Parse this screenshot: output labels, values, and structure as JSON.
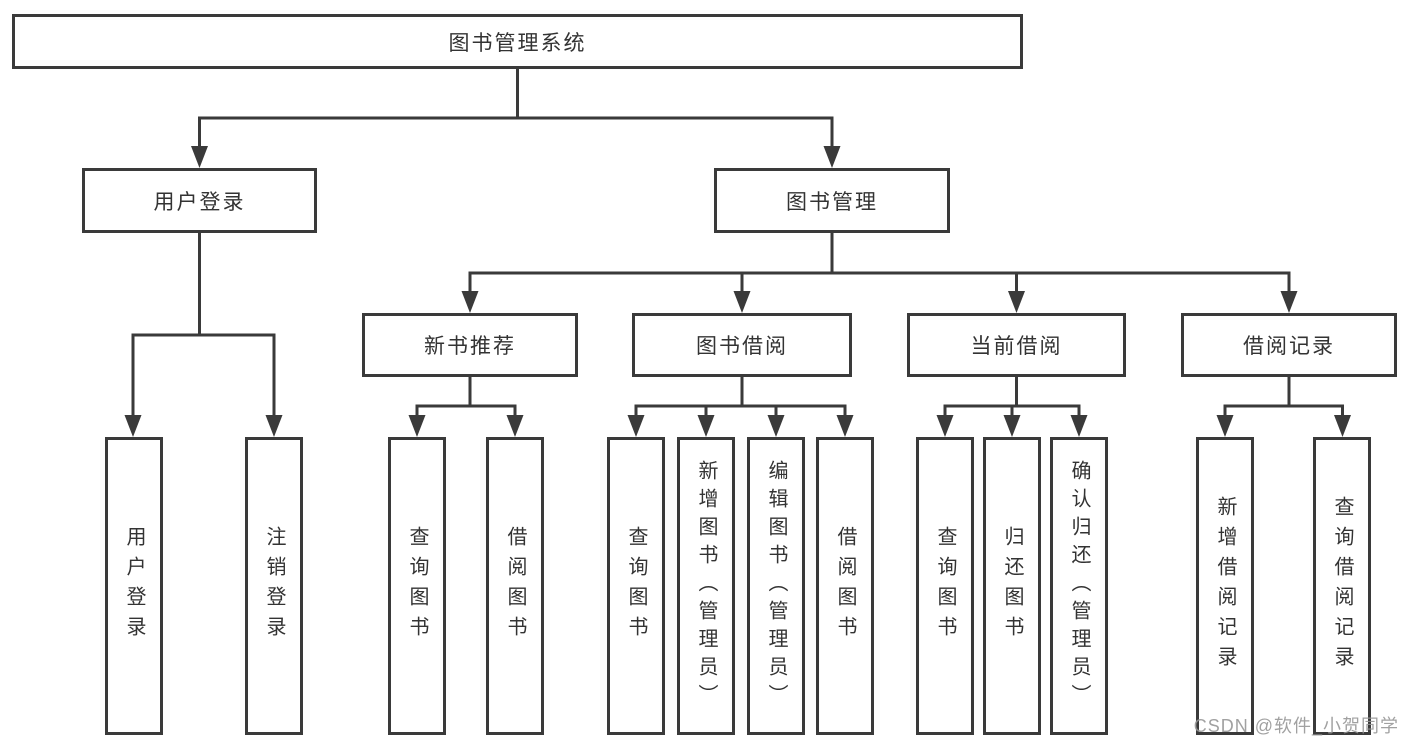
{
  "tree": {
    "root": "图书管理系统",
    "branches": [
      {
        "label": "用户登录",
        "children": [
          "用户登录",
          "注销登录"
        ]
      },
      {
        "label": "图书管理",
        "sections": [
          {
            "label": "新书推荐",
            "children": [
              "查询图书",
              "借阅图书"
            ]
          },
          {
            "label": "图书借阅",
            "children": [
              "查询图书",
              "新增图书（管理员）",
              "编辑图书（管理员）",
              "借阅图书"
            ]
          },
          {
            "label": "当前借阅",
            "children": [
              "查询图书",
              "归还图书",
              "确认归还（管理员）"
            ]
          },
          {
            "label": "借阅记录",
            "children": [
              "新增借阅记录",
              "查询借阅记录"
            ]
          }
        ]
      }
    ]
  },
  "colors": {
    "line": "#3a3a3a",
    "text": "#333333",
    "watermark_gray": "#949494"
  },
  "watermark": "CSDN @软件_小贺同学"
}
